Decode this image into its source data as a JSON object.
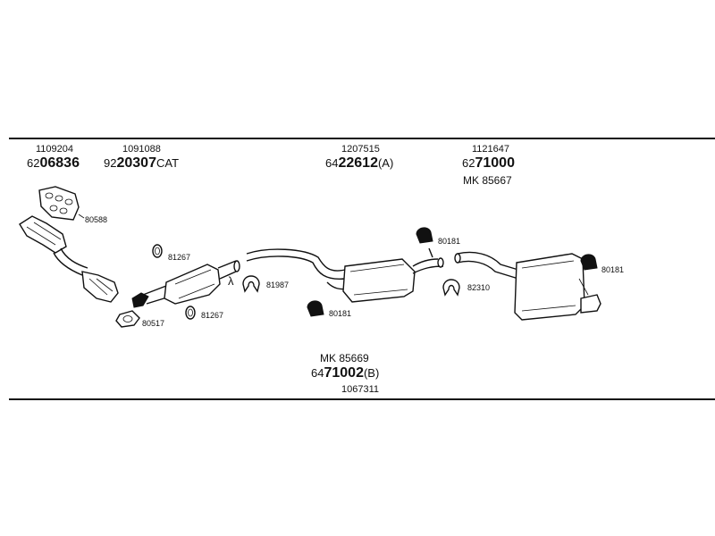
{
  "parts_top": [
    {
      "code": "1109204",
      "prefix": "62",
      "main": "06836",
      "suffix": ""
    },
    {
      "code": "1091088",
      "prefix": "92",
      "main": "20307",
      "suffix": "CAT"
    },
    {
      "code": "1207515",
      "prefix": "64",
      "main": "22612",
      "suffix": "(A)"
    },
    {
      "code": "1121647",
      "prefix": "62",
      "main": "71000",
      "suffix": ""
    }
  ],
  "mk_top": "MK  85667",
  "small_labels": {
    "gasket_80588": "80588",
    "ring_81267_a": "81267",
    "gasket_80517": "80517",
    "ring_81267_b": "81267",
    "clamp_81987": "81987",
    "hanger_80181_a": "80181",
    "hanger_80181_b": "80181",
    "clamp_82310": "82310",
    "hanger_80181_c": "80181"
  },
  "lambda_symbol": "λ",
  "part_bottom": {
    "mk": "MK  85669",
    "prefix": "64",
    "main": "71002",
    "suffix": "(B)",
    "code": "1067311"
  }
}
